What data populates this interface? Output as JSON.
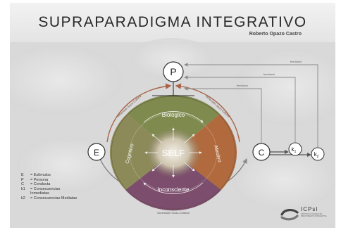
{
  "header": {
    "title": "SUPRAPARADIGMA INTEGRATIVO",
    "author": "Roberto Opazo Castro"
  },
  "nodes": {
    "p": "P",
    "e": "E",
    "c": "C",
    "k1": "k",
    "k1_sub": "1",
    "k2": "k",
    "k2_sub": "2",
    "center": "SELF"
  },
  "dimensions": {
    "biologico": "Biológico",
    "afectivo": "Afectivo",
    "inconsciente": "Inconsciente",
    "cognitivo": "Cognitivo"
  },
  "arc_labels": {
    "top_left": "Dimensión Socio Cultural",
    "top_right": "Dimensión Socio Cultural",
    "bottom": "Dimensión Socio-Cultural"
  },
  "feedback_labels": [
    "feedback",
    "feedback",
    "feedback"
  ],
  "legend": [
    {
      "key": "E",
      "text": "= Estímulos"
    },
    {
      "key": "P",
      "text": "= Persona"
    },
    {
      "key": "C",
      "text": "= Conducta"
    },
    {
      "key": "k1",
      "text": "= Consecuencias Inmediatas"
    },
    {
      "key": "k2",
      "text": "= Consecuencias Mediatas"
    }
  ],
  "logo": {
    "name": "ICPsI",
    "subtitle": "INSTITUTO CHILENO DE PSICOTERAPIA INTEGRATIVA"
  },
  "colors": {
    "ring_green": "#7a8a4a",
    "ring_orange": "#b0623a",
    "ring_purple": "#7a4a6e",
    "arc_brown": "#a86448"
  }
}
